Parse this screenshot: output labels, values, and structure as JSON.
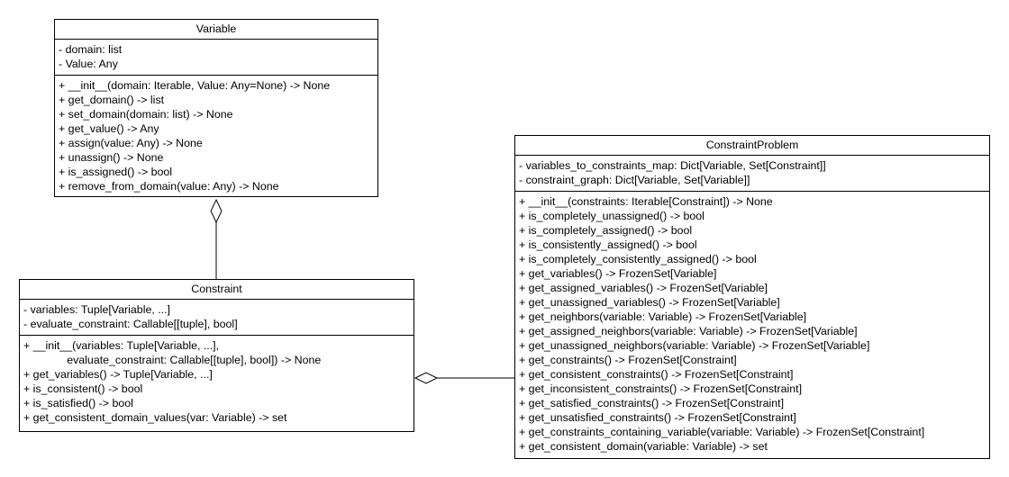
{
  "classes": {
    "variable": {
      "name": "Variable",
      "attributes": [
        "- domain: list",
        "- Value: Any"
      ],
      "methods": [
        "+ __init__(domain: Iterable, Value: Any=None) -> None",
        "+ get_domain() -> list",
        "+ set_domain(domain: list) -> None",
        "+ get_value() -> Any",
        "+ assign(value: Any) -> None",
        "+ unassign() -> None",
        "+ is_assigned() -> bool",
        "+ remove_from_domain(value: Any) -> None"
      ]
    },
    "constraint": {
      "name": "Constraint",
      "attributes": [
        "- variables: Tuple[Variable, ...]",
        "- evaluate_constraint: Callable[[tuple], bool]"
      ],
      "methods": [
        "+ __init__(variables: Tuple[Variable, ...],",
        "              evaluate_constraint: Callable[[tuple], bool]) -> None",
        "+ get_variables() -> Tuple[Variable, ...]",
        "+ is_consistent() -> bool",
        "+ is_satisfied() -> bool",
        "+ get_consistent_domain_values(var: Variable) -> set"
      ]
    },
    "constraint_problem": {
      "name": "ConstraintProblem",
      "attributes": [
        "- variables_to_constraints_map: Dict[Variable, Set[Constraint]]",
        "- constraint_graph: Dict[Variable, Set[Variable]]"
      ],
      "methods": [
        "+ __init__(constraints: Iterable[Constraint]) -> None",
        "+ is_completely_unassigned() -> bool",
        "+ is_completely_assigned() -> bool",
        "+ is_consistently_assigned() -> bool",
        "+ is_completely_consistently_assigned() -> bool",
        "+ get_variables() -> FrozenSet[Variable]",
        "+ get_assigned_variables() -> FrozenSet[Variable]",
        "+ get_unassigned_variables() -> FrozenSet[Variable]",
        "+ get_neighbors(variable: Variable) -> FrozenSet[Variable]",
        "+ get_assigned_neighbors(variable: Variable) -> FrozenSet[Variable]",
        "+ get_unassigned_neighbors(variable: Variable) -> FrozenSet[Variable]",
        "+ get_constraints() -> FrozenSet[Constraint]",
        "+ get_consistent_constraints() -> FrozenSet[Constraint]",
        "+ get_inconsistent_constraints() -> FrozenSet[Constraint]",
        "+ get_satisfied_constraints() -> FrozenSet[Constraint]",
        "+ get_unsatisfied_constraints() -> FrozenSet[Constraint]",
        "+ get_constraints_containing_variable(variable: Variable) -> FrozenSet[Constraint]",
        "+ get_consistent_domain(variable: Variable) -> set"
      ]
    }
  },
  "relationships": [
    {
      "type": "aggregation",
      "whole": "Variable",
      "part": "Constraint"
    },
    {
      "type": "aggregation",
      "whole": "Constraint",
      "part": "ConstraintProblem"
    }
  ]
}
